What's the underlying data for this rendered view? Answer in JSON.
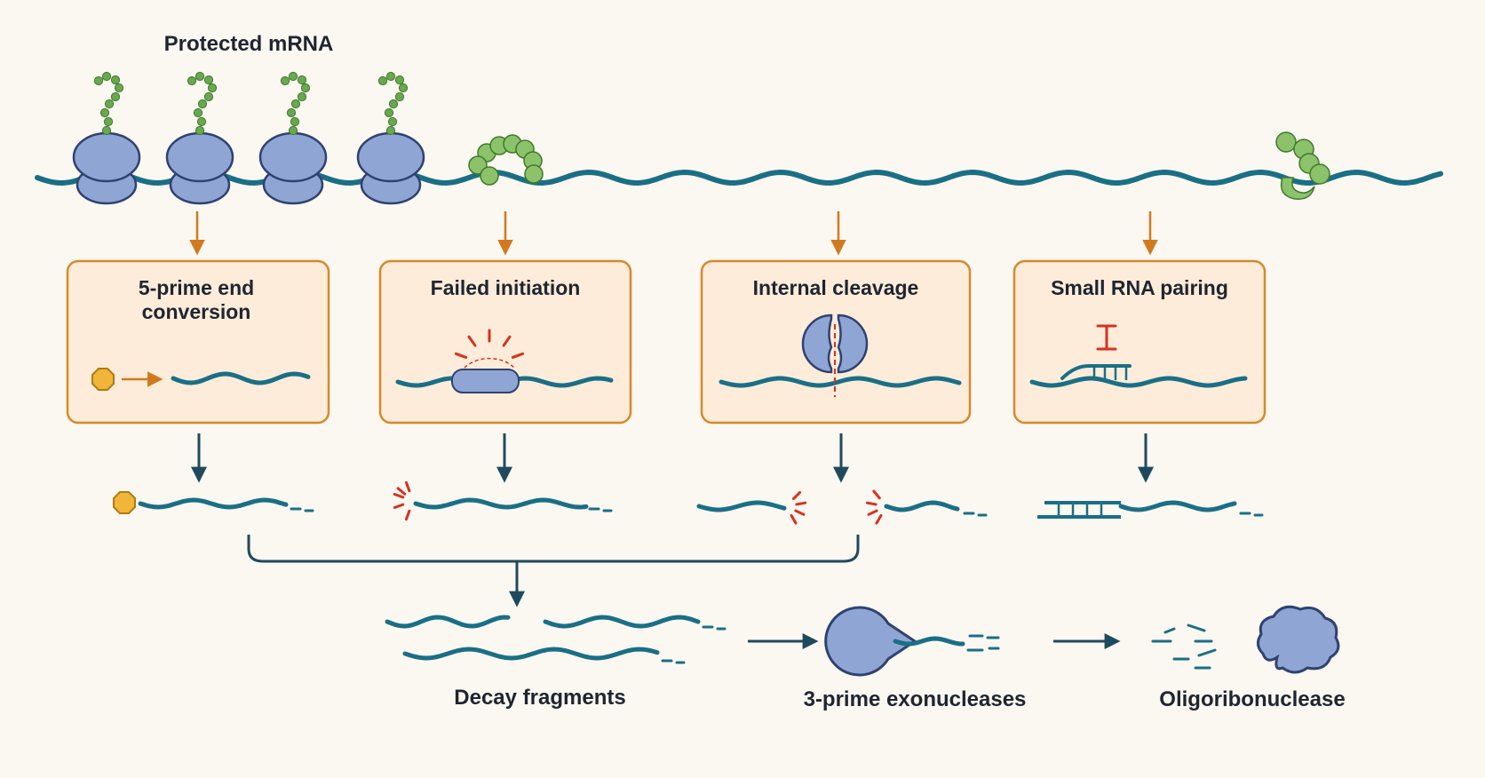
{
  "title": "Protected mRNA",
  "pathways": [
    {
      "label": "5-prime end\nconversion"
    },
    {
      "label": "Failed initiation"
    },
    {
      "label": "Internal cleavage"
    },
    {
      "label": "Small RNA pairing"
    }
  ],
  "bottom": {
    "fragments_label": "Decay fragments",
    "exonuclease_label": "3-prime exonucleases",
    "oligo_label": "Oligoribonuclease"
  },
  "colors": {
    "rna": "#1a6f86",
    "ribosome_fill": "#8fa6d4",
    "ribosome_stroke": "#2f4270",
    "peptide": "#6aa84f",
    "box_fill": "#fcecd9",
    "box_stroke": "#d58a2c",
    "orange_arrow": "#d07a1f",
    "dark_arrow": "#1f4a5e",
    "red_mark": "#d7311f",
    "cap": "#f0b63a"
  }
}
